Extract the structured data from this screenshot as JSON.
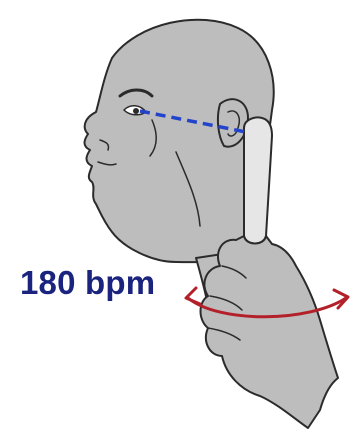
{
  "label": {
    "rate_text": "180 bpm"
  },
  "colors": {
    "skin": "#bdbdbd",
    "outline": "#2b2b2b",
    "probe": "#e6e6e6",
    "gaze_line": "#2244cc",
    "rotation_arrow": "#b3202a",
    "label_text": "#1a237e"
  },
  "icons": {
    "gaze_line": "dashed-gaze-line",
    "rotation": "curved-double-arrow"
  }
}
